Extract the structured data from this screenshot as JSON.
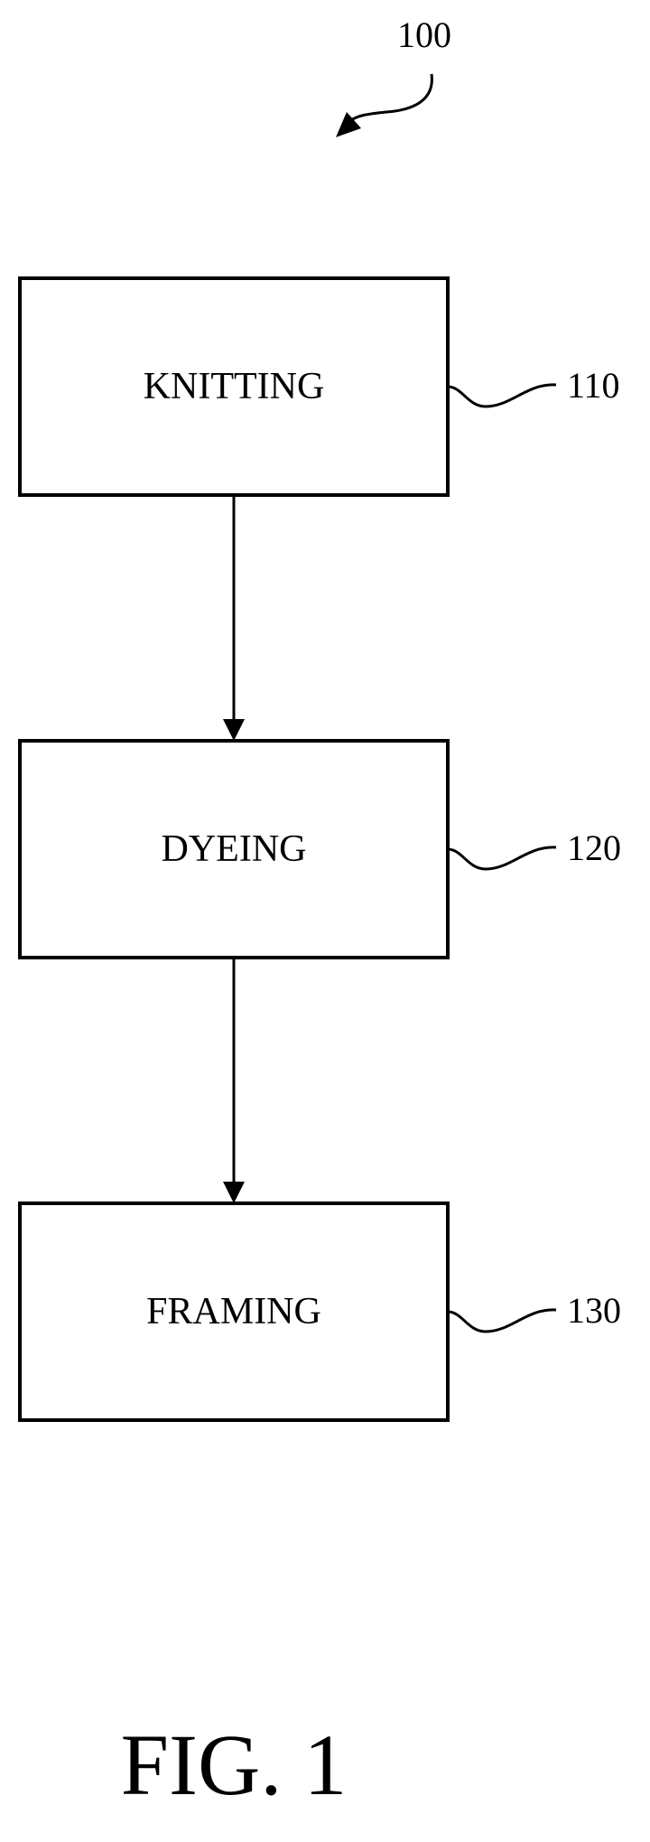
{
  "diagram": {
    "reference_number": "100",
    "steps": [
      {
        "label": "KNITTING",
        "ref": "110"
      },
      {
        "label": "DYEING",
        "ref": "120"
      },
      {
        "label": "FRAMING",
        "ref": "130"
      }
    ],
    "figure_label": "FIG. 1"
  }
}
